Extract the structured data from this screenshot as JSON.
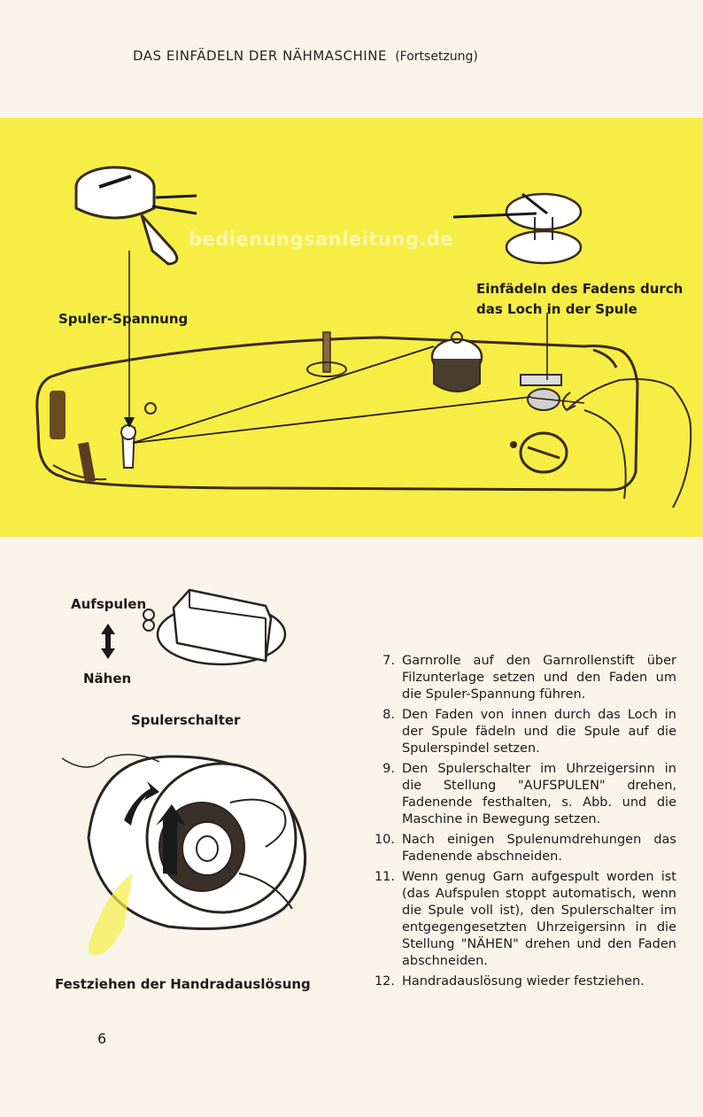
{
  "header": {
    "title": "DAS EINFÄDELN DER NÄHMASCHINE",
    "subtitle": "(Fortsetzung)"
  },
  "watermark": "bedienungsanleitung.de",
  "top_figure": {
    "label_spuler_spannung": "Spuler-Spannung",
    "label_einfaedeln_line1": "Einfädeln des Fadens durch",
    "label_einfaedeln_line2": "das Loch in der Spule"
  },
  "switch_figure": {
    "label_aufspulen": "Aufspulen",
    "label_naehen": "Nähen",
    "caption": "Spulerschalter"
  },
  "handwheel_figure": {
    "caption": "Festziehen der Handradauslösung"
  },
  "steps": [
    {
      "num": "7.",
      "text": "Garnrolle auf den Garnrollenstift über Filzunterlage setzen und den Faden um die Spuler-Spannung führen."
    },
    {
      "num": "8.",
      "text": "Den Faden von innen durch das Loch in der Spule fädeln und die Spule auf die Spulerspindel setzen."
    },
    {
      "num": "9.",
      "text": "Den Spulerschalter im Uhrzeigersinn in die Stellung \"AUFSPULEN\" drehen, Fadenende festhalten, s. Abb. und die Maschine in Bewegung setzen."
    },
    {
      "num": "10.",
      "text": "Nach einigen Spulenumdrehungen das Fadenende abschneiden."
    },
    {
      "num": "11.",
      "text": "Wenn genug Garn aufgespult worden ist (das Aufspulen stoppt automatisch, wenn die Spule voll ist), den Spulerschalter im entgegengesetzten Uhrzeigersinn in die Stellung \"NÄHEN\" drehen und den Faden abschneiden."
    },
    {
      "num": "12.",
      "text": "Handradauslösung wieder festziehen."
    }
  ],
  "page_number": "6"
}
